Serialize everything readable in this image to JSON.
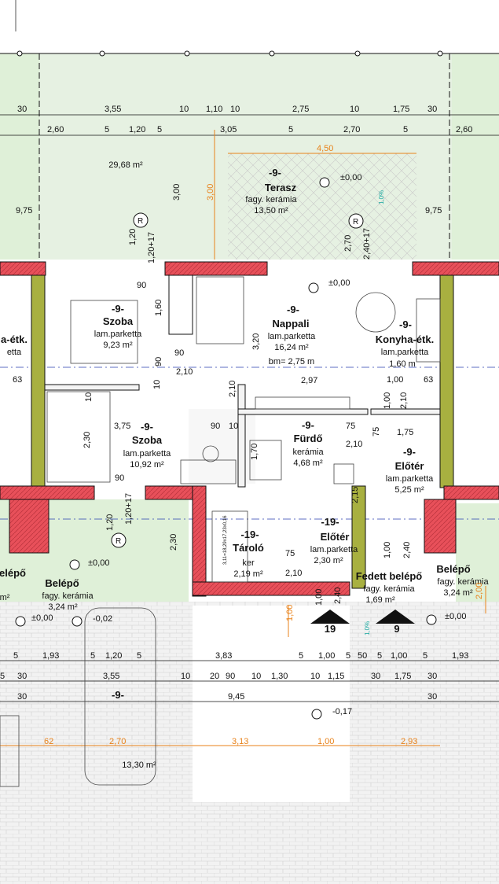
{
  "rooms": {
    "terrace": {
      "num": "-9-",
      "name": "Terasz",
      "material": "fagy. kerámia",
      "area": "13,50 m²"
    },
    "yard_top": {
      "area": "29,68 m²"
    },
    "room1": {
      "num": "-9-",
      "name": "Szoba",
      "material": "lam.parketta",
      "area": "9,23 m²"
    },
    "living": {
      "num": "-9-",
      "name": "Nappali",
      "material": "lam.parketta",
      "area": "16,24 m²",
      "extra": "bm= 2,75 m"
    },
    "kitchen": {
      "num": "-9-",
      "name": "Konyha-étk.",
      "material": "lam.parketta",
      "area": "1,60 m"
    },
    "kitchen_left": {
      "name": "a-étk.",
      "material": "etta"
    },
    "room2": {
      "num": "-9-",
      "name": "Szoba",
      "material": "lam.parketta",
      "area": "10,92 m²"
    },
    "bath": {
      "num": "-9-",
      "name": "Fürdő",
      "material": "kerámia",
      "area": "4,68 m²"
    },
    "hall_right": {
      "num": "-9-",
      "name": "Előtér",
      "material": "lam.parketta",
      "area": "5,25 m²"
    },
    "storage": {
      "num": "-19-",
      "name": "Tároló",
      "material": "ker",
      "area": "2,19 m²"
    },
    "hall2": {
      "num": "-19-",
      "name": "Előtér",
      "material": "lam.parketta",
      "area": "2,30 m²"
    },
    "entry_left": {
      "name": "Belépő",
      "material": "fagy. kerámia",
      "area": "3,24 m²"
    },
    "entry_left_edge": {
      "name": "elépő",
      "area": "m²"
    },
    "covered_entry": {
      "name": "Fedett belépő",
      "material": "fagy. kerámia",
      "area": "1,69 m²"
    },
    "entry_right": {
      "name": "Belépő",
      "material": "fagy. kerámia",
      "area": "3,24 m²"
    },
    "parking": {
      "num": "-9-",
      "area": "13,30 m²"
    }
  },
  "levels": {
    "terrace": "±0,00",
    "living": "±0,00",
    "entry_left": "±0,00",
    "entry_left2": "±0,00",
    "car": "-0,02",
    "entry_right": "±0,00",
    "street": "-0,17"
  },
  "markers": {
    "r_top_left": "R",
    "r_top_right": "R",
    "r_bottom": "R",
    "entry_19": "19",
    "entry_9": "9",
    "stair_note": "3,11=18,29x17,23x0,16"
  },
  "slope": {
    "terrace": "1,0%",
    "entry": "1,0%"
  },
  "dims": {
    "top1": [
      "30",
      "3,55",
      "10",
      "1,10",
      "10",
      "2,75",
      "10",
      "1,75",
      "30"
    ],
    "top2": [
      "2,60",
      "5",
      "1,20",
      "5",
      "3,05",
      "5",
      "2,70",
      "5",
      "2,60"
    ],
    "terrace_w": "4,50",
    "left_h": "9,75",
    "right_h": "9,75",
    "v_300a": "3,00",
    "v_300b": "3,00",
    "v_120": "1,20",
    "v_120_17": "1,20+17",
    "v_270": "2,70",
    "v_240_17": "2,40+17",
    "w90a": "90",
    "v160": "1,60",
    "v320": "3,20",
    "w90b": "90",
    "v90": "90",
    "w210": "2,10",
    "v10a": "10",
    "v10b": "10",
    "w63a": "63",
    "w63b": "63",
    "v210a": "2,10",
    "w297": "2,97",
    "w100a": "1,00",
    "v100": "1,00",
    "v210b": "2,10",
    "w375": "3,75",
    "w90c": "90",
    "w10": "10",
    "v230a": "2,30",
    "v170": "1,70",
    "w75a": "75",
    "v75": "75",
    "w210b": "2,10",
    "w175": "1,75",
    "w90d": "90",
    "v215": "2,15",
    "v120b": "1,20",
    "v120_17b": "1,20+17",
    "v230b": "2,30",
    "w75b": "75",
    "w210c": "2,10",
    "v100b": "1,00",
    "v240": "2,40",
    "v100c": "1,00",
    "v240b": "2,40",
    "v100d": "1,00",
    "v200": "2,00",
    "bot1": [
      "5",
      "1,93",
      "5",
      "1,20",
      "5",
      "3,83",
      "5",
      "1,00",
      "5",
      "50",
      "5",
      "1,00",
      "5",
      "1,93"
    ],
    "bot2": [
      "5",
      "30",
      "3,55",
      "10",
      "20",
      "90",
      "10",
      "1,30",
      "10",
      "1,15",
      "30",
      "1,75",
      "30"
    ],
    "bot3": [
      "30",
      "9,45",
      "30"
    ],
    "bot4": [
      "62",
      "2,70",
      "3,13",
      "1,00",
      "2,93"
    ]
  }
}
